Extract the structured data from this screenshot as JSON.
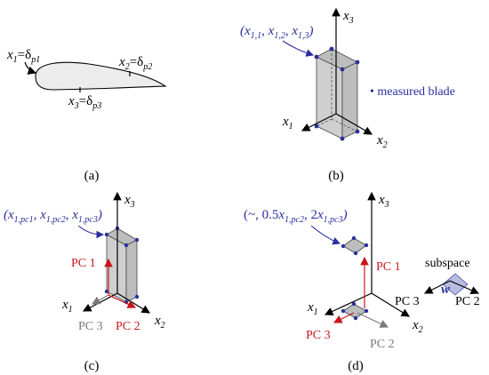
{
  "panels": {
    "a": {
      "caption": "(a)",
      "x1": "x",
      "x1_sub": "1",
      "x1_eq": "=δ",
      "x1_eq_sub": "p1",
      "x2": "x",
      "x2_sub": "2",
      "x2_eq": "=δ",
      "x2_eq_sub": "p2",
      "x3": "x",
      "x3_sub": "3",
      "x3_eq": "=δ",
      "x3_eq_sub": "p3"
    },
    "b": {
      "caption": "(b)",
      "coord_label": "(x",
      "coord_parts": [
        "1,1",
        "1,2",
        "1,3"
      ],
      "axis_x1": "x",
      "axis_x1_sub": "1",
      "axis_x2": "x",
      "axis_x2_sub": "2",
      "axis_x3": "x",
      "axis_x3_sub": "3",
      "legend": "• measured blade"
    },
    "c": {
      "caption": "(c)",
      "coord_parts": [
        "1,pc1",
        "1,pc2",
        "1,pc3"
      ],
      "axis_x1": "x",
      "axis_x1_sub": "1",
      "axis_x2": "x",
      "axis_x2_sub": "2",
      "axis_x3": "x",
      "axis_x3_sub": "3",
      "pc1": "PC 1",
      "pc2": "PC 2",
      "pc3": "PC 3"
    },
    "d": {
      "caption": "(d)",
      "coord_prefix": "(~, 0.5",
      "coord_mid": ", 2",
      "coord_parts": [
        "1,pc2",
        "1,pc3"
      ],
      "axis_x1": "x",
      "axis_x1_sub": "1",
      "axis_x2": "x",
      "axis_x2_sub": "2",
      "axis_x3": "x",
      "axis_x3_sub": "3",
      "pc1": "PC 1",
      "pc2": "PC 2",
      "pc3": "PC 3",
      "subspace": "subspace",
      "w": "w",
      "sub_pc3": "PC 3",
      "sub_pc2": "PC 2"
    }
  },
  "colors": {
    "blue": "#2b2f9e",
    "red": "#c8161d",
    "gray": "#7a7a7a"
  }
}
